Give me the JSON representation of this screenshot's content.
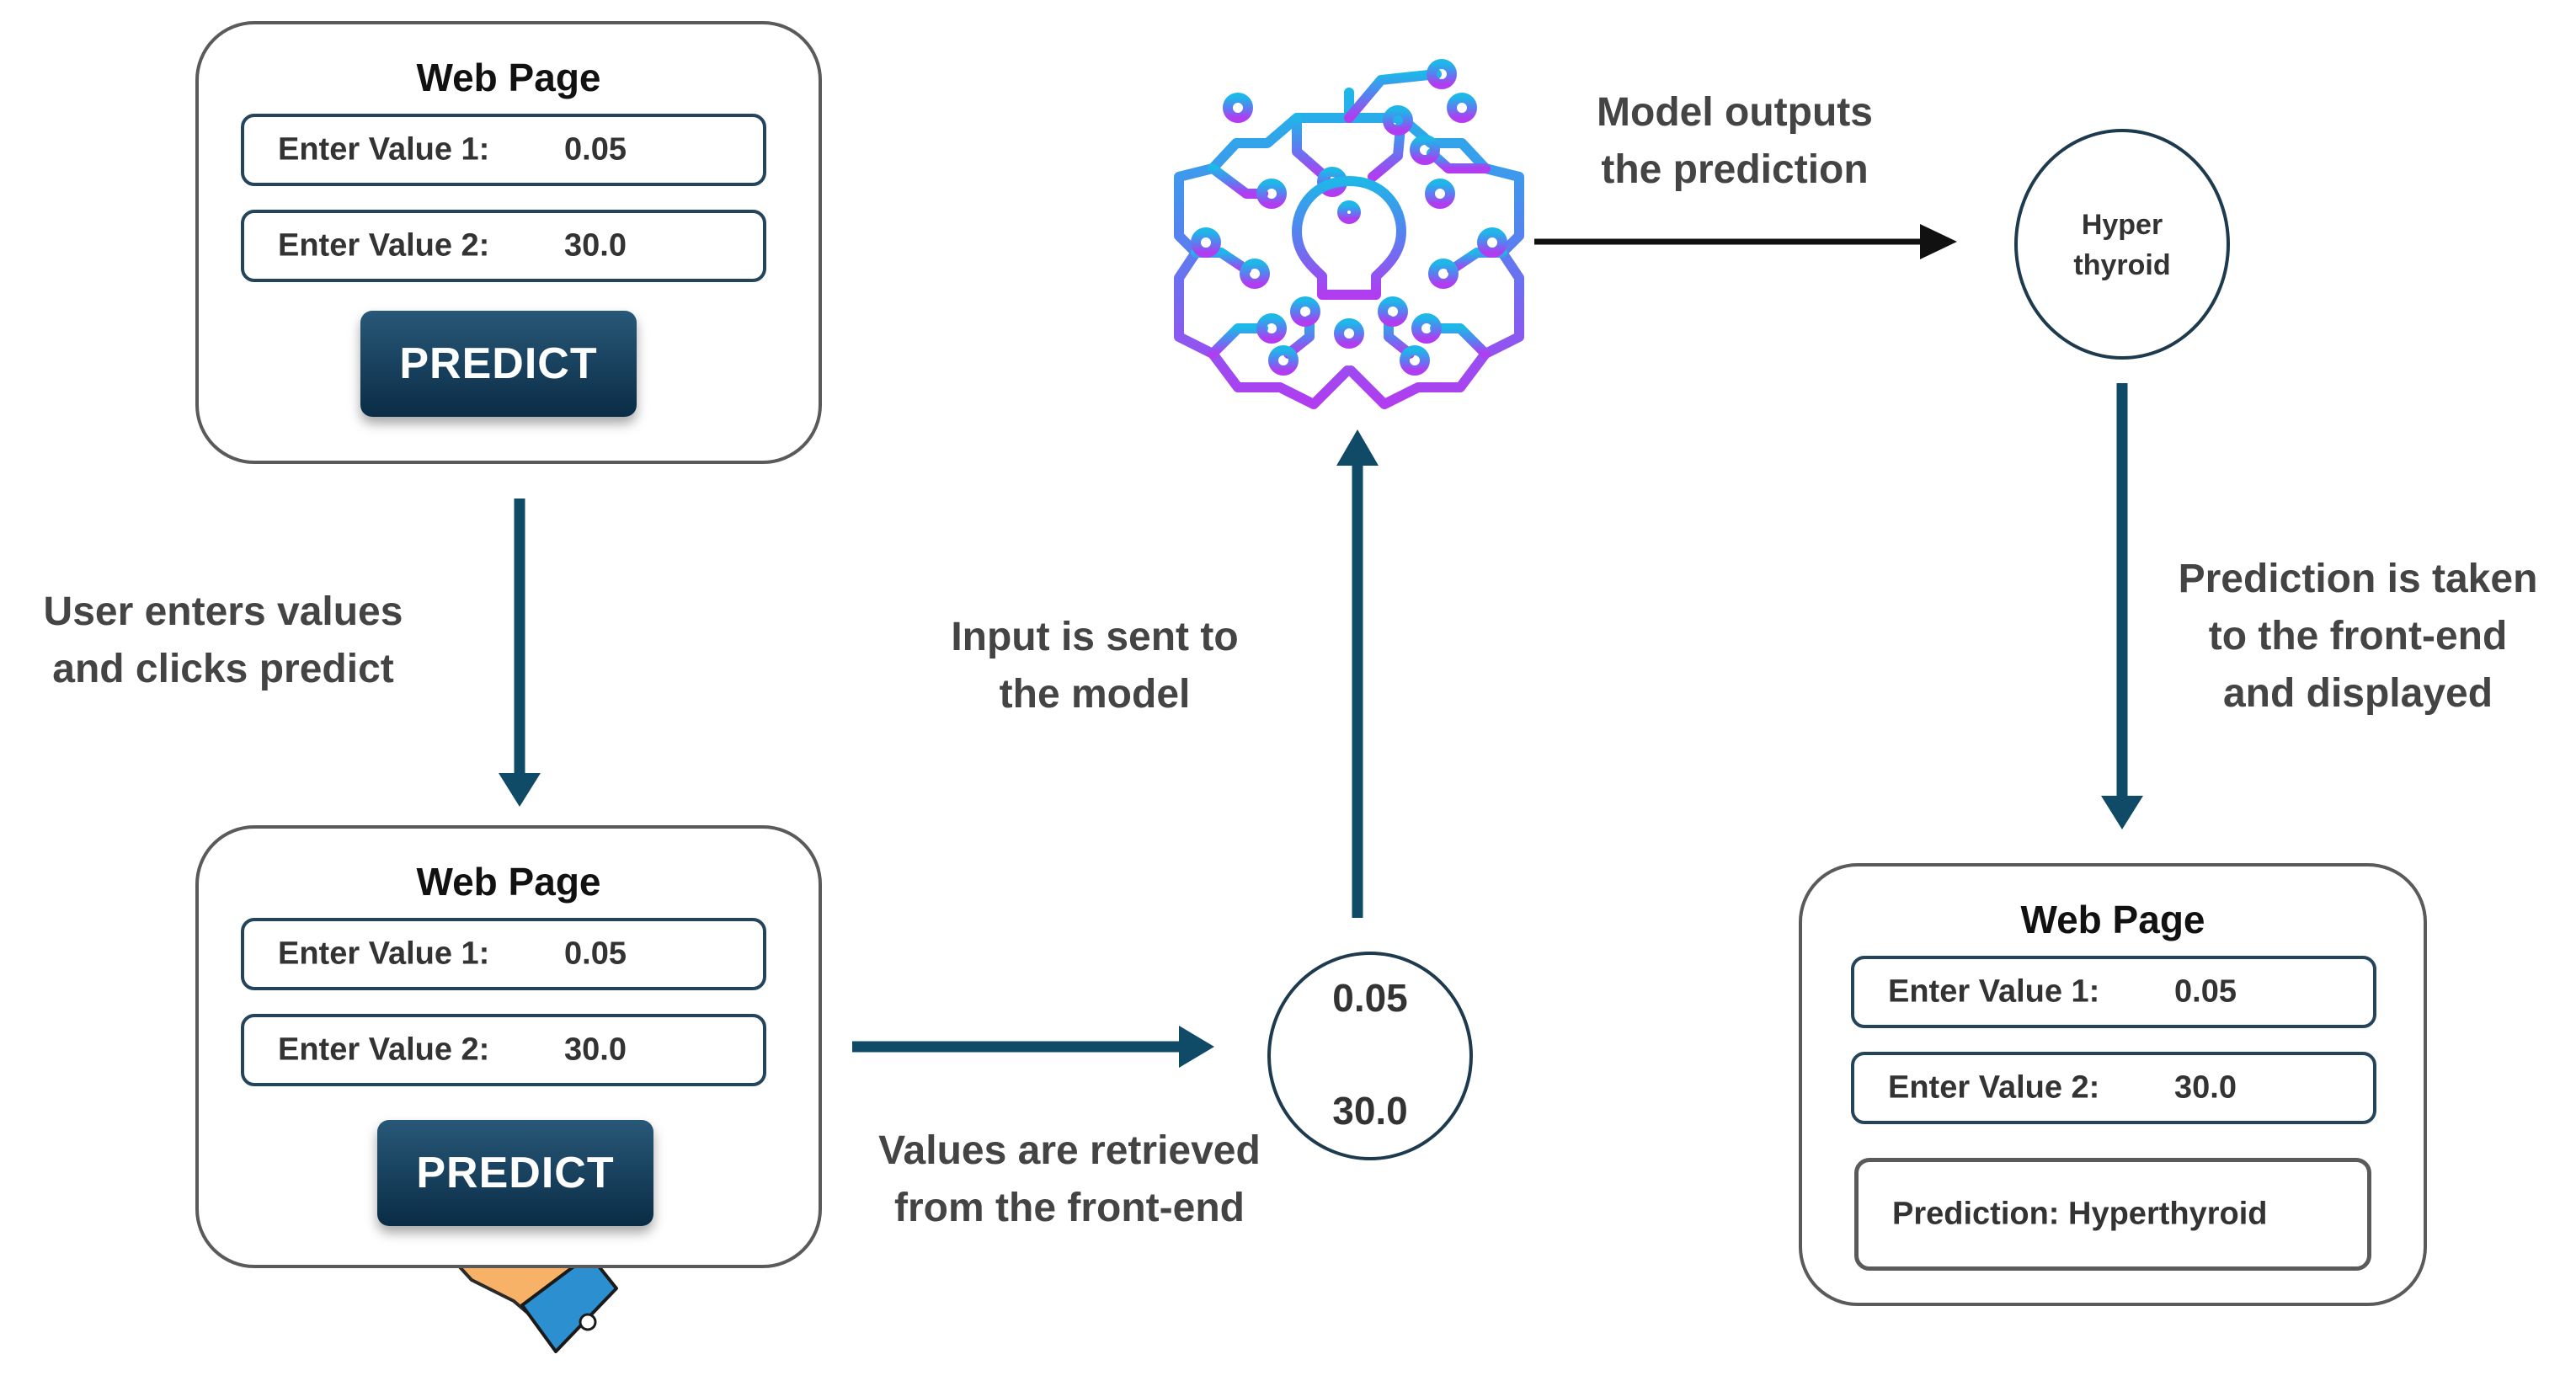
{
  "web_page_1": {
    "title": "Web Page",
    "field1": {
      "label": "Enter Value 1:",
      "value": "0.05"
    },
    "field2": {
      "label": "Enter Value 2:",
      "value": "30.0"
    },
    "button": "PREDICT"
  },
  "web_page_2": {
    "title": "Web Page",
    "field1": {
      "label": "Enter Value 1:",
      "value": "0.05"
    },
    "field2": {
      "label": "Enter Value 2:",
      "value": "30.0"
    },
    "button": "PREDICT"
  },
  "web_page_3": {
    "title": "Web Page",
    "field1": {
      "label": "Enter Value 1:",
      "value": "0.05"
    },
    "field2": {
      "label": "Enter Value 2:",
      "value": "30.0"
    },
    "prediction": "Prediction: Hyperthyroid"
  },
  "captions": {
    "user_enters": "User enters values\nand clicks predict",
    "values_retrieved": "Values are retrieved\nfrom the front-end",
    "input_sent": "Input is sent to\nthe model",
    "model_outputs": "Model outputs\nthe prediction",
    "prediction_taken": "Prediction is taken\nto the front-end\nand displayed"
  },
  "values_node": {
    "value1": "0.05",
    "value2": "30.0"
  },
  "output_node": {
    "text": "Hyper\nthyroid"
  },
  "icons": {
    "model": "ai-brain-lightbulb-icon",
    "hand": "pointing-hand-icon"
  },
  "colors": {
    "arrow": "#0f4a66",
    "button_dark": "#0a2c46",
    "brain_top": "#1fb6e8",
    "brain_bottom": "#b13cf0",
    "hand_skin": "#f7b267",
    "hand_cuff": "#2b8fd0"
  }
}
